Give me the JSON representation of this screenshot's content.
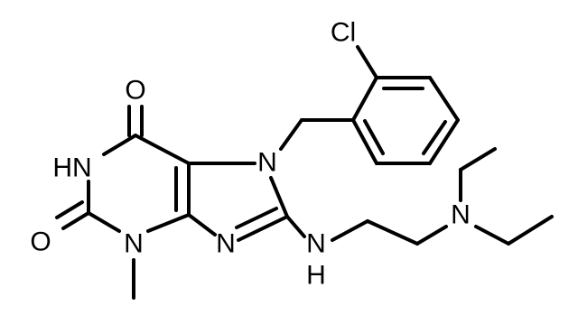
{
  "atoms": {
    "cl": "Cl",
    "o_top": "O",
    "nh_ring": "HN",
    "n7": "N",
    "o_left": "O",
    "n3": "N",
    "n9": "N",
    "nh_link": "N",
    "nh_link_h": "H",
    "n_amine": "N"
  }
}
